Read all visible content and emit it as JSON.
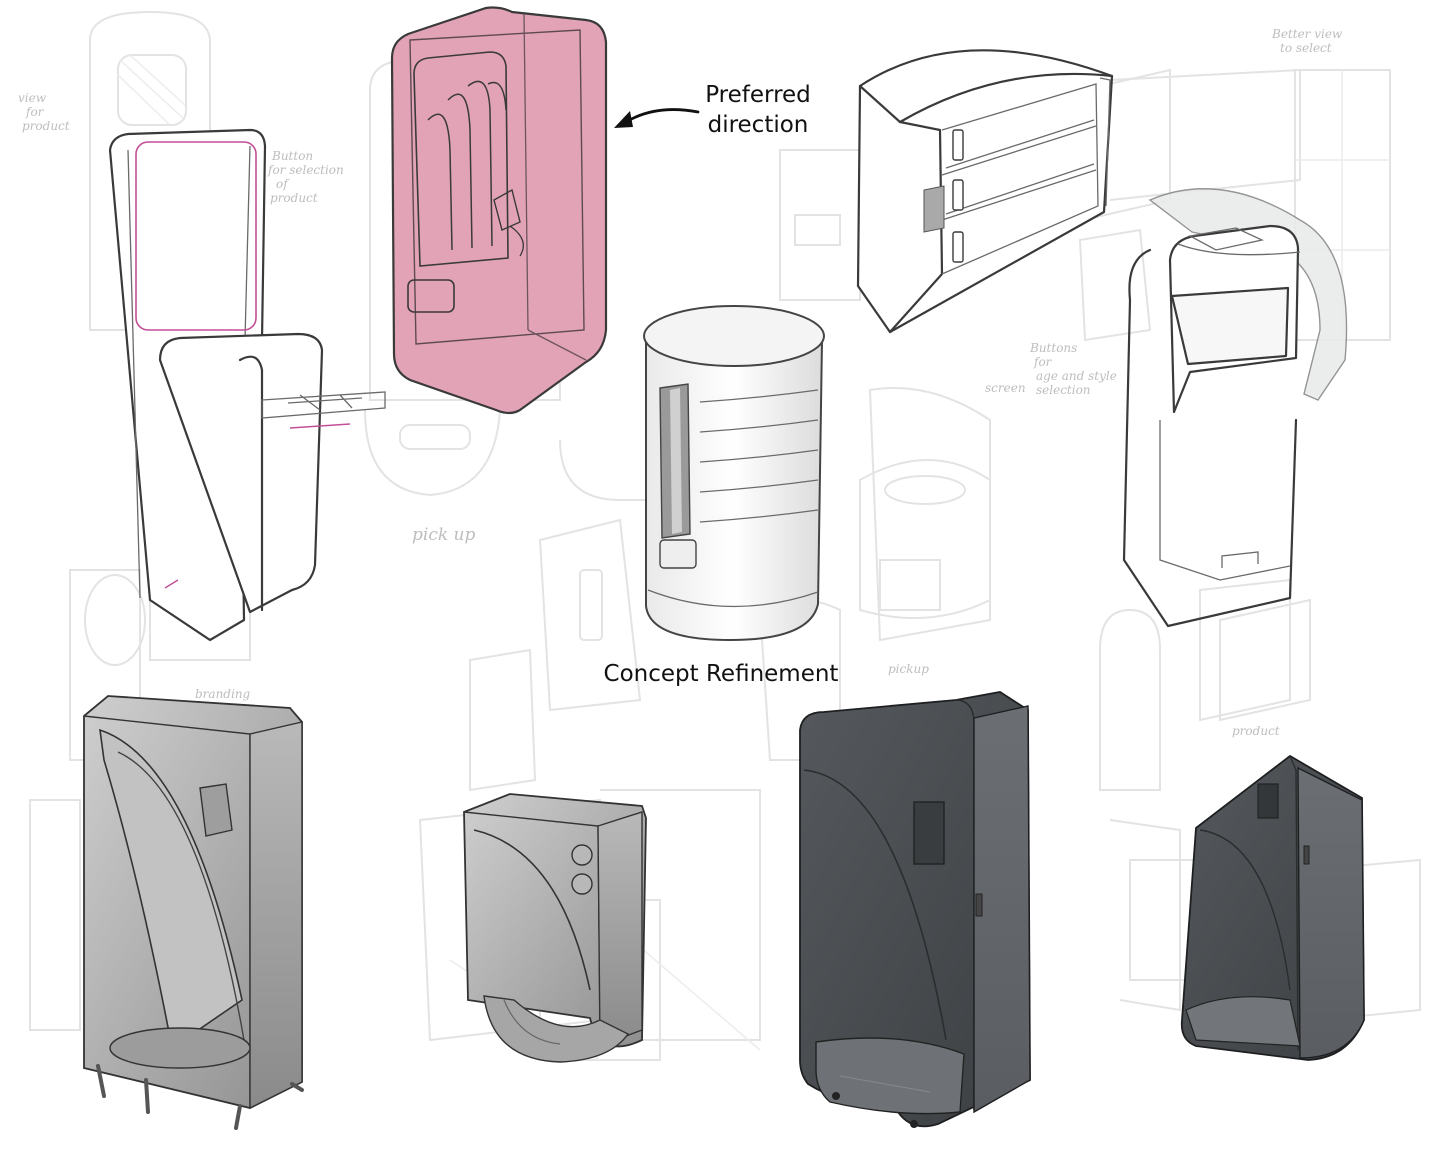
{
  "annotations": {
    "preferred_direction": [
      "Preferred",
      "direction"
    ],
    "concept_refinement": "Concept Refinement"
  },
  "sketch_notes": [
    "view for product",
    "Button for selection of product",
    "pick up",
    "Better view to select",
    "Buttons for age and style selection",
    "screen",
    "branding",
    "pickup",
    "product"
  ],
  "colors": {
    "preferred_highlight": "#e3a3b7",
    "sketch_line": "#3a3a3a",
    "faint_background_sketch": "#e3e3e3",
    "render_light_grey": "#aaaaaa",
    "render_dark_grey": "#4a4d50"
  },
  "icons": [
    "arrow-pointing-left-icon"
  ]
}
